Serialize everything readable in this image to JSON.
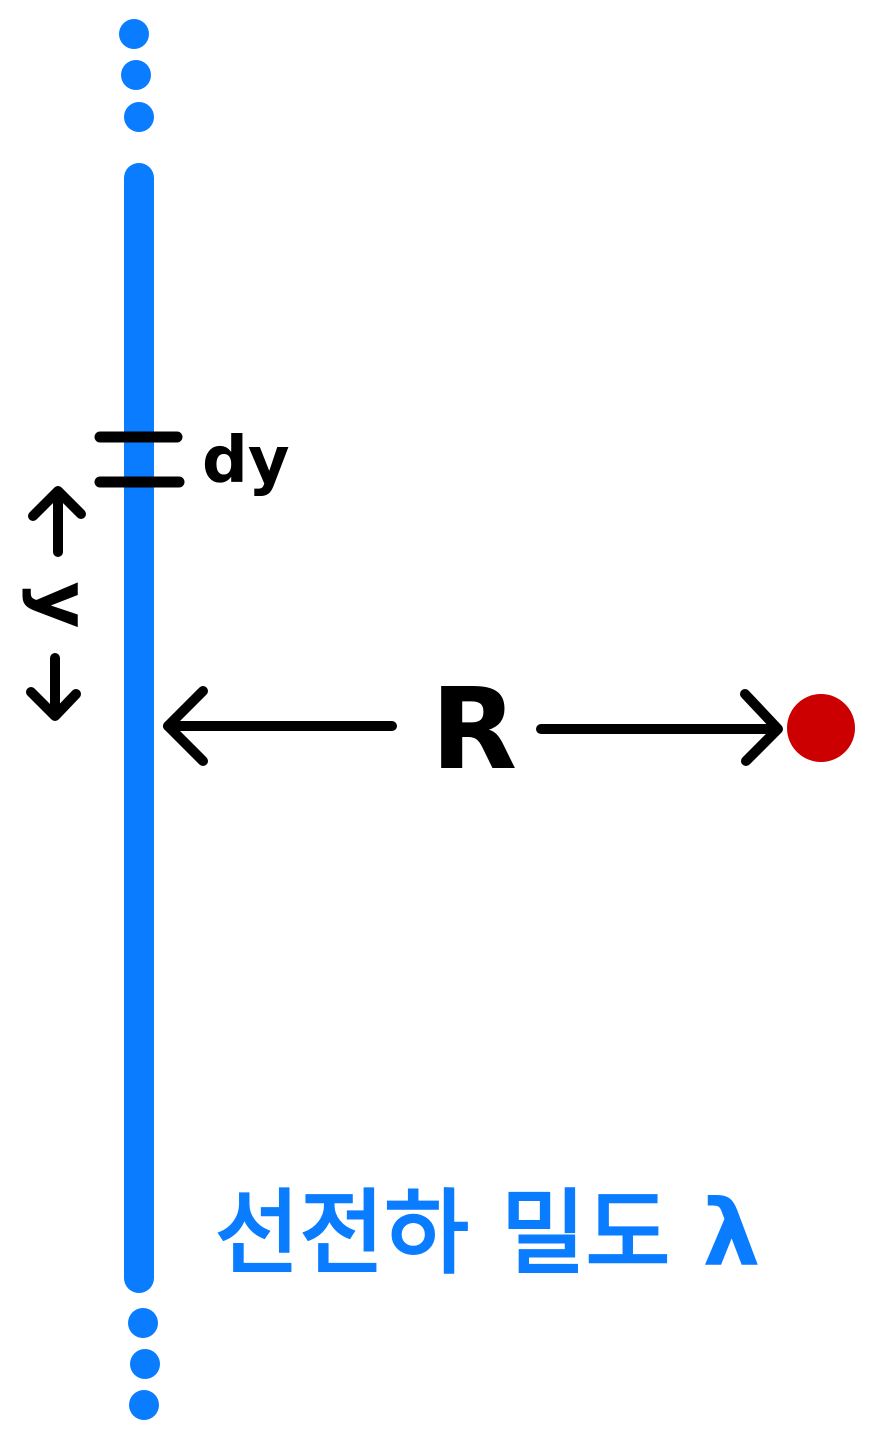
{
  "labels": {
    "dy": "dy",
    "y": "y",
    "R": "R",
    "density": "선전하 밀도 λ"
  },
  "colors": {
    "line": "#0a7cff",
    "ink": "#000000",
    "point": "#cc0000",
    "background": "#ffffff"
  }
}
